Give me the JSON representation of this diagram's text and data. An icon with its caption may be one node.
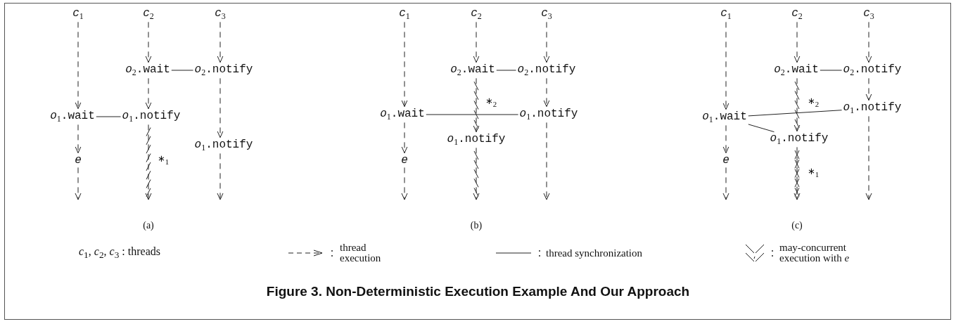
{
  "diagram": {
    "caption": "Figure 3. Non-Deterministic Execution Example And Our Approach",
    "nodes": [
      {
        "text": [
          "*c*$_{1}$"
        ]
      },
      {
        "text": [
          "*c*$_{2}$"
        ]
      },
      {
        "text": [
          "*c*$_{3}$"
        ]
      },
      {
        "text": [
          "*o*$_{2}$.wait"
        ]
      },
      {
        "text": [
          "*o*$_{2}$.notify"
        ]
      },
      {
        "text": [
          "*o*$_{1}$.wait"
        ]
      },
      {
        "text": [
          "*o*$_{1}$.notify"
        ]
      },
      {
        "text": [
          "*o*$_{1}$.notify"
        ]
      },
      {
        "text": [
          "*e*"
        ]
      },
      {
        "text": [
          "*c*$_{1}$"
        ]
      },
      {
        "text": [
          "*c*$_{2}$"
        ]
      },
      {
        "text": [
          "*c*$_{3}$"
        ]
      },
      {
        "text": [
          "*o*$_{2}$.wait"
        ]
      },
      {
        "text": [
          "*o*$_{2}$.notify"
        ]
      },
      {
        "text": [
          "*o*$_{1}$.wait"
        ]
      },
      {
        "text": [
          "*o*$_{1}$.notify"
        ]
      },
      {
        "text": [
          "*o*$_{1}$.notify"
        ]
      },
      {
        "text": [
          "*e*"
        ]
      },
      {
        "text": [
          "*c*$_{1}$"
        ]
      },
      {
        "text": [
          "*c*$_{2}$"
        ]
      },
      {
        "text": [
          "*c*$_{3}$"
        ]
      },
      {
        "text": [
          "*o*$_{2}$.wait"
        ]
      },
      {
        "text": [
          "*o*$_{2}$.notify"
        ]
      },
      {
        "text": [
          "*o*$_{1}$.notify"
        ]
      },
      {
        "text": [
          "*o*$_{1}$.wait"
        ]
      },
      {
        "text": [
          "*o*$_{1}$.notify"
        ]
      },
      {
        "text": [
          "*e*"
        ]
      }
    ],
    "edges": [
      {
        "from": 0,
        "to": 5,
        "arrow": "to",
        "style": "dashed"
      },
      {
        "from": 5,
        "to": 8,
        "arrow": "to",
        "style": "dashed"
      },
      {
        "from": 8,
        "to": null,
        "arrow": "to",
        "style": "dashed"
      },
      {
        "from": 1,
        "to": 3,
        "arrow": "to",
        "style": "dashed"
      },
      {
        "from": 3,
        "to": 6,
        "arrow": "to",
        "style": "dashed"
      },
      {
        "from": 6,
        "to": null,
        "arrow": "to",
        "style": "dashed"
      },
      {
        "from": 2,
        "to": 4,
        "arrow": "to",
        "style": "dashed"
      },
      {
        "from": 4,
        "to": 7,
        "arrow": "to",
        "style": "dashed"
      },
      {
        "from": 7,
        "to": null,
        "arrow": "to",
        "style": "dashed"
      },
      {
        "from": 3,
        "to": 4,
        "arrow": "none"
      },
      {
        "from": 5,
        "to": 6,
        "arrow": "none"
      },
      {
        "from": 9,
        "to": 14,
        "arrow": "to",
        "style": "dashed"
      },
      {
        "from": 14,
        "to": 17,
        "arrow": "to",
        "style": "dashed"
      },
      {
        "from": 17,
        "to": null,
        "arrow": "to",
        "style": "dashed"
      },
      {
        "from": 10,
        "to": 12,
        "arrow": "to",
        "style": "dashed"
      },
      {
        "from": 12,
        "to": 16,
        "arrow": "to",
        "style": "dashed"
      },
      {
        "from": 16,
        "to": null,
        "arrow": "to",
        "style": "dashed"
      },
      {
        "from": 11,
        "to": 13,
        "arrow": "to",
        "style": "dashed"
      },
      {
        "from": 13,
        "to": 15,
        "arrow": "to",
        "style": "dashed"
      },
      {
        "from": 15,
        "to": null,
        "arrow": "to",
        "style": "dashed"
      },
      {
        "from": 12,
        "to": 13,
        "arrow": "none"
      },
      {
        "from": 14,
        "to": 15,
        "arrow": "none"
      },
      {
        "from": 18,
        "to": 24,
        "arrow": "to",
        "style": "dashed"
      },
      {
        "from": 24,
        "to": 26,
        "arrow": "to",
        "style": "dashed"
      },
      {
        "from": 26,
        "to": null,
        "arrow": "to",
        "style": "dashed"
      },
      {
        "from": 19,
        "to": 21,
        "arrow": "to",
        "style": "dashed"
      },
      {
        "from": 21,
        "to": 25,
        "arrow": "to",
        "style": "dashed"
      },
      {
        "from": 25,
        "to": null,
        "arrow": "to",
        "style": "dashed"
      },
      {
        "from": 20,
        "to": 22,
        "arrow": "to",
        "style": "dashed"
      },
      {
        "from": 22,
        "to": 23,
        "arrow": "to",
        "style": "dashed"
      },
      {
        "from": 23,
        "to": null,
        "arrow": "to",
        "style": "dashed"
      },
      {
        "from": 21,
        "to": 22,
        "arrow": "none"
      },
      {
        "from": 24,
        "to": 23,
        "arrow": "none"
      },
      {
        "from": 24,
        "to": 25,
        "arrow": "none"
      }
    ],
    "labels": [
      "∗$_{1}$",
      "(a)",
      "∗$_{2}$",
      "(b)",
      "∗$_{2}$",
      "∗$_{1}$",
      "(c)",
      "*c*$_{1}$, *c*$_{2}$, *c*$_{3}$ : threads"
    ],
    "legend": [
      {
        "text": "thread execution"
      },
      {
        "text": "thread synchronization"
      },
      {
        "text": "may-concurrent execution with *e*"
      }
    ]
  }
}
